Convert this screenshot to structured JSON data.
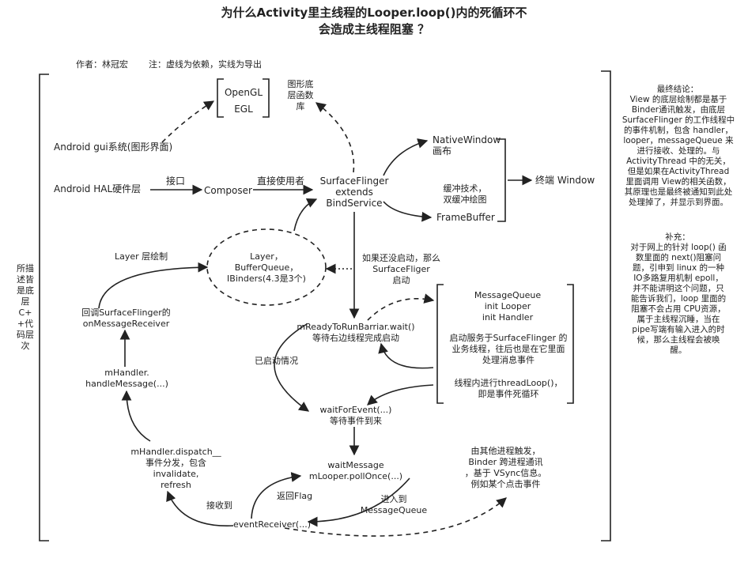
{
  "title": "为什么Activity里主线程的Looper.loop()内的死循环不\n会造成主线程阻塞 ？",
  "author": "作者：林冠宏",
  "note": "注：虚线为依赖，实线为导出",
  "left_label": "所描\n述皆\n是底\n层\nC+\n+代\n码层\n次",
  "nodes": {
    "opengl": "OpenGL",
    "egl": "EGL",
    "graphics_lib": "图形底\n层函数\n库",
    "android_gui": "Android gui系统(图形界面)",
    "android_hal": "Android HAL硬件层",
    "interface": "接口",
    "composer": "Composer",
    "direct_use": "直接使用者",
    "surfaceflinger": "SurfaceFlinger\nextends\nBindService",
    "nativewindow": "NativeWindow\n画布",
    "buffer_tech": "缓冲技术，\n双缓冲绘图",
    "framebuffer": "FrameBuffer",
    "terminal_window": "终端 Window",
    "layer_draw": "Layer 层绘制",
    "layer_ellipse": "Layer，\nBufferQueue，\nIBinders(4.3是3个)",
    "not_started": "如果还没启动，那么\nSurfaceFliger\n启动",
    "callback": "回调SurfaceFlinger的\nonMessageReceiver",
    "ready_wait": "mReadyToRunBarriar.wait()\n等待右边线程完成启动",
    "mq_box": "MessageQueue\ninit Looper\ninit Handler",
    "mq_service": "启动服务于SurfaceFlinger 的\n业务线程，往后也是在它里面\n处理消息事件",
    "mq_loop": "线程内进行threadLoop()，\n即是事件死循环",
    "started": "已启动情况",
    "handle_message": "mHandler.\nhandleMessage(...)",
    "wait_for_event": "waitForEvent(...)\n等待事件到来",
    "dispatch": "mHandler.dispatch__\n事件分发，包含\ninvalidate,\nrefresh",
    "wait_message": "waitMessage\nmLooper.pollOnce(...)",
    "return_flag": "返回Flag",
    "enter_mq": "进入到\nMessageQueue",
    "received": "接收到",
    "event_receiver": "eventReceiver(...)",
    "other_process": "由其他进程触发，\nBinder 跨进程通讯\n，基于 VSync信息。\n例如某个点击事件"
  },
  "conclusion": {
    "heading": "最终结论：",
    "body": "View 的底层绘制都是基于\nBinder通讯触发，由底层\nSurfaceFlinger 的工作线程中\n的事件机制，包含 handler，\nlooper，messageQueue 来\n进行接收、处理的。与\nActivityThread 中的无关，\n但是如果在ActivityThread\n里面调用 View的相关函数，\n其原理也是最终被通知到此处\n处理掉了，并显示到界面。"
  },
  "supplement": {
    "heading": "补充：",
    "body": "对于网上的针对 loop() 函\n数里面的 next()阻塞问\n题，引申到 linux 的一种\nIO多路复用机制 epoll，\n并不能讲明这个问题，只\n能告诉我们，loop 里面的\n阻塞不会占用 CPU资源，\n属于主线程沉睡，当在\npipe写端有输入进入的时\n候，那么主线程会被唤\n醒。"
  }
}
